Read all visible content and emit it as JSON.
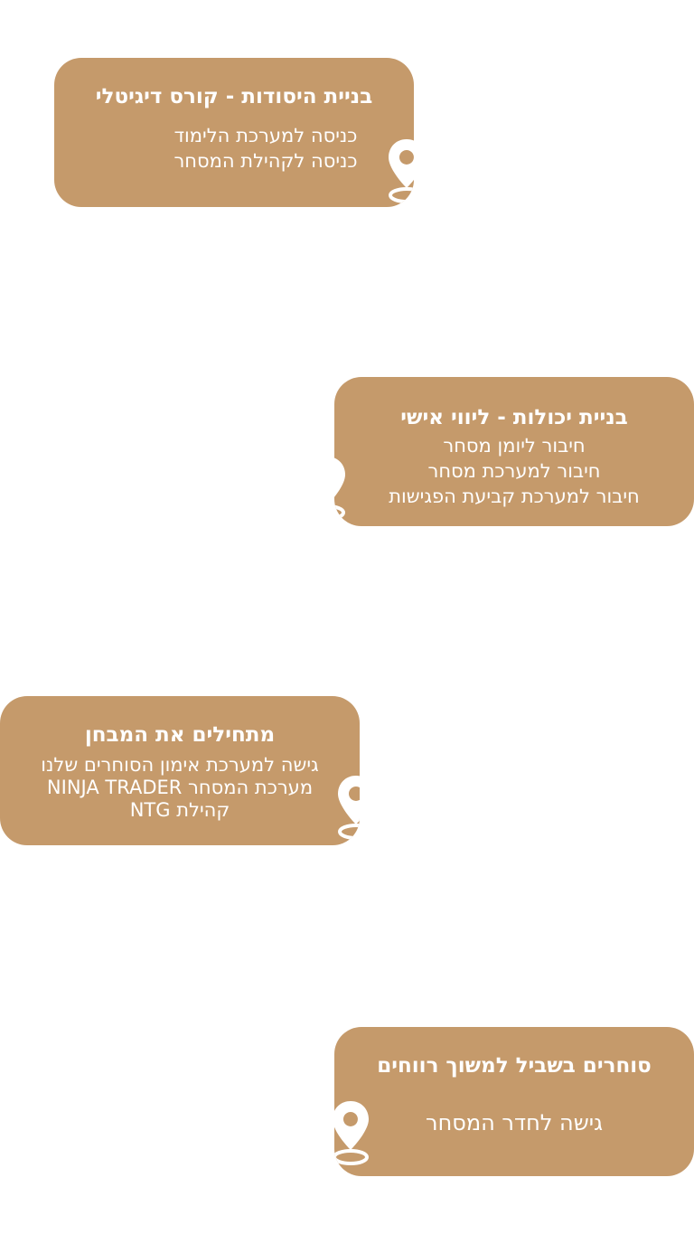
{
  "cards": [
    {
      "title": "בניית היסודות - קורס דיגיטלי",
      "lines": [
        "כניסה למערכת הלימוד",
        "כניסה לקהילת המסחר"
      ]
    },
    {
      "title": "בניית יכולות - ליווי אישי",
      "lines": [
        "חיבור ליומן מסחר",
        "חיבור למערכת מסחר",
        "חיבור למערכת קביעת הפגישות"
      ]
    },
    {
      "title": "מתחילים את המבחן",
      "lines": [
        "גישה למערכת אימון הסוחרים שלנו",
        "מערכת המסחר NINJA TRADER",
        "קהילת NTG"
      ]
    },
    {
      "title": "סוחרים בשביל למשוך רווחים",
      "lines": [
        "גישה לחדר המסחר"
      ]
    }
  ],
  "colors": {
    "card": "#c59a6b",
    "text": "#ffffff"
  }
}
